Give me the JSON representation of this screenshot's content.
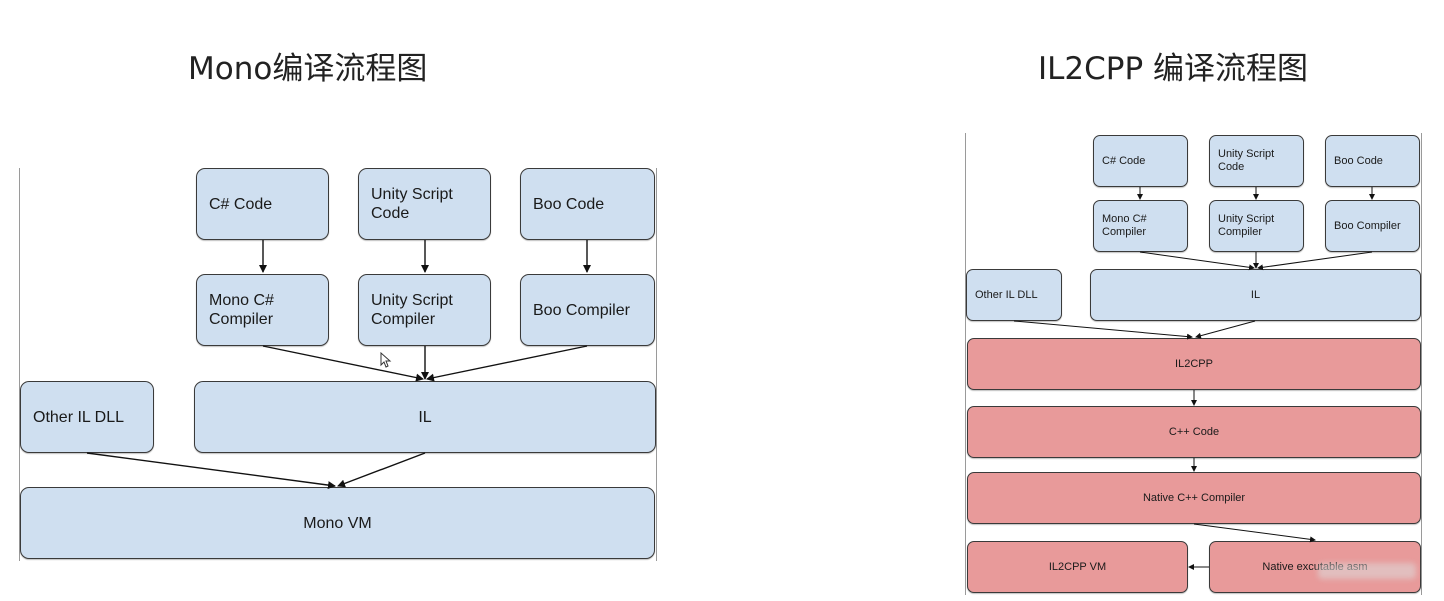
{
  "left": {
    "title": "Mono编译流程图",
    "boxes": {
      "cs_code": "C# Code",
      "unity_script_code": "Unity Script\nCode",
      "boo_code": "Boo Code",
      "mono_cs_compiler": "Mono C#\nCompiler",
      "unity_script_compiler": "Unity Script\nCompiler",
      "boo_compiler": "Boo Compiler",
      "other_il_dll": "Other IL DLL",
      "il": "IL",
      "mono_vm": "Mono VM"
    }
  },
  "right": {
    "title": "IL2CPP 编译流程图",
    "boxes": {
      "cs_code": "C# Code",
      "unity_script_code": "Unity Script\nCode",
      "boo_code": "Boo Code",
      "mono_cs_compiler": "Mono C#\nCompiler",
      "unity_script_compiler": "Unity Script\nCompiler",
      "boo_compiler": "Boo Compiler",
      "other_il_dll": "Other IL DLL",
      "il": "IL",
      "il2cpp": "IL2CPP",
      "cpp_code": "C++ Code",
      "native_cpp_compiler": "Native C++ Compiler",
      "il2cpp_vm": "IL2CPP VM",
      "native_executable": "Native excutable asm"
    }
  },
  "colors": {
    "box_blue": "#cfdff0",
    "box_red": "#e89a9a",
    "border": "#3a3a3a"
  }
}
